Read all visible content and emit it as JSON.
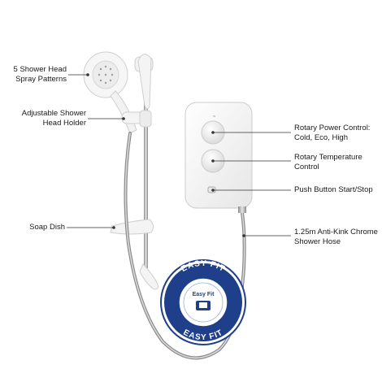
{
  "callouts": {
    "left": [
      {
        "id": "spray",
        "lines": [
          "5 Shower Head",
          "Spray Patterns"
        ]
      },
      {
        "id": "holder",
        "lines": [
          "Adjustable Shower",
          "Head Holder"
        ]
      },
      {
        "id": "soap",
        "lines": [
          "Soap Dish"
        ]
      }
    ],
    "right": [
      {
        "id": "power",
        "lines": [
          "Rotary Power Control:",
          "Cold, Eco, High"
        ]
      },
      {
        "id": "temp",
        "lines": [
          "Rotary Temperature",
          "Control"
        ]
      },
      {
        "id": "push",
        "lines": [
          "Push Button Start/Stop"
        ]
      },
      {
        "id": "hose",
        "lines": [
          "1.25m Anti-Kink Chrome",
          "Shower Hose"
        ]
      }
    ]
  },
  "badge": {
    "ring_text": "EASY FIT",
    "inner_text": "Easy Fit"
  },
  "colors": {
    "unit_white": "#f4f4f4",
    "chrome": "#b8b8b8",
    "badge_blue": "#1f3f8a",
    "line": "#333333"
  }
}
